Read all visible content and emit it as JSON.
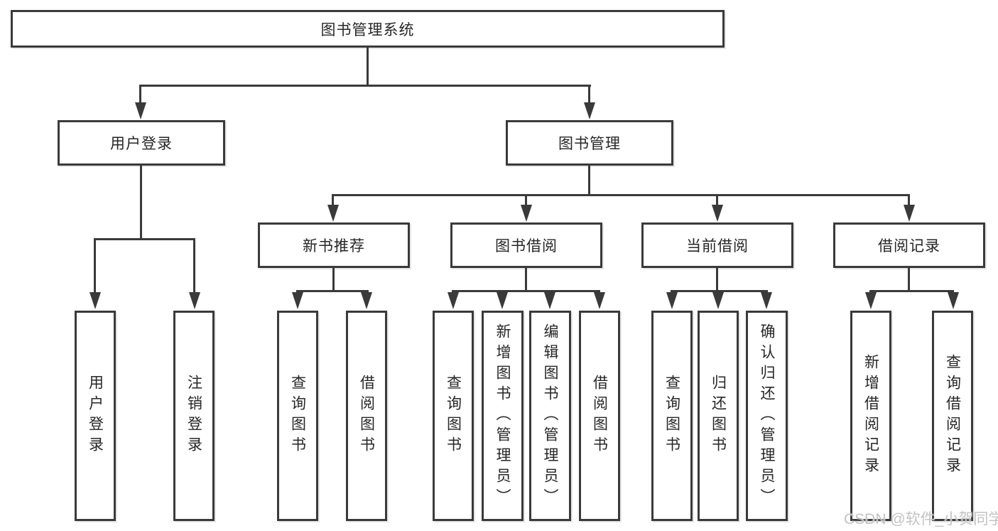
{
  "diagram_type": "hierarchy-tree",
  "tree": {
    "label": "图书管理系统",
    "children": [
      {
        "label": "用户登录",
        "children": [
          {
            "label": "用户登录"
          },
          {
            "label": "注销登录"
          }
        ]
      },
      {
        "label": "图书管理",
        "children": [
          {
            "label": "新书推荐",
            "children": [
              {
                "label": "查询图书"
              },
              {
                "label": "借阅图书"
              }
            ]
          },
          {
            "label": "图书借阅",
            "children": [
              {
                "label": "查询图书"
              },
              {
                "label": "新增图书（管理员）"
              },
              {
                "label": "编辑图书（管理员）"
              },
              {
                "label": "借阅图书"
              }
            ]
          },
          {
            "label": "当前借阅",
            "children": [
              {
                "label": "查询图书"
              },
              {
                "label": "归还图书"
              },
              {
                "label": "确认归还（管理员）"
              }
            ]
          },
          {
            "label": "借阅记录",
            "children": [
              {
                "label": "新增借阅记录"
              },
              {
                "label": "查询借阅记录"
              }
            ]
          }
        ]
      }
    ]
  },
  "watermark": {
    "text": "CSDN @软件_小贺同学"
  },
  "colors": {
    "line": "#3a3a3a",
    "text": "#262626",
    "watermark": "#c3c3c3",
    "background": "#ffffff"
  }
}
